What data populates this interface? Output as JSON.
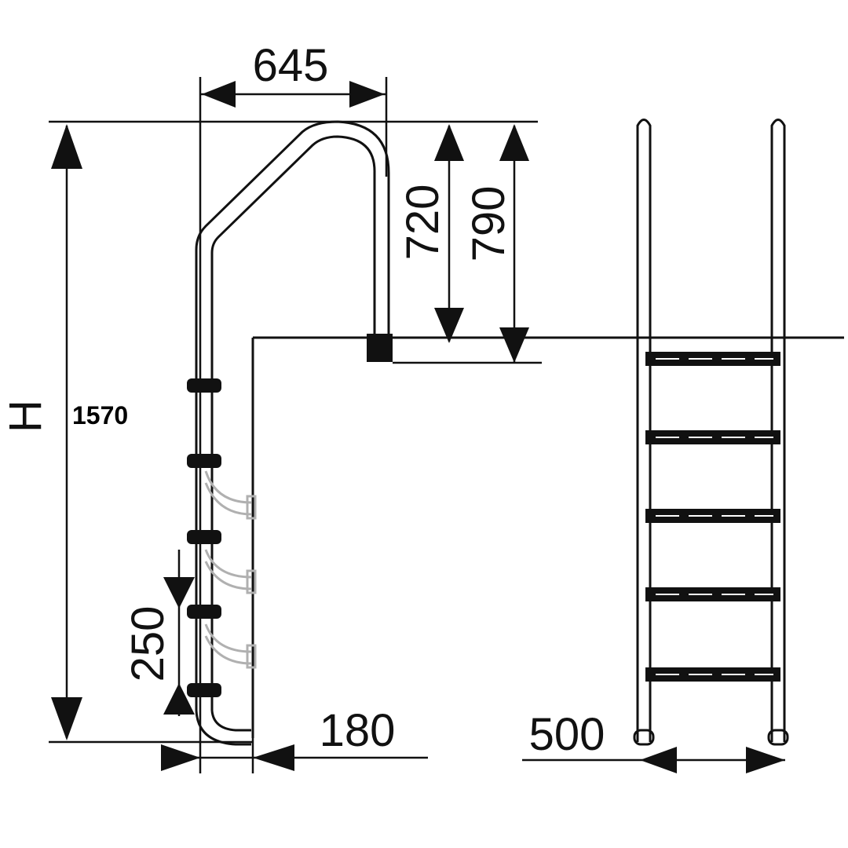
{
  "title": "Pool ladder dimensions",
  "dimensions": {
    "handrail_width": "645",
    "handrail_height_a": "720",
    "handrail_height_b": "790",
    "height_symbol": "H",
    "height_value": "1570",
    "step_spacing": "250",
    "wall_offset": "180",
    "ladder_width": "500"
  },
  "colors": {
    "line": "#111111",
    "step_shadow": "#b0b0b0"
  }
}
